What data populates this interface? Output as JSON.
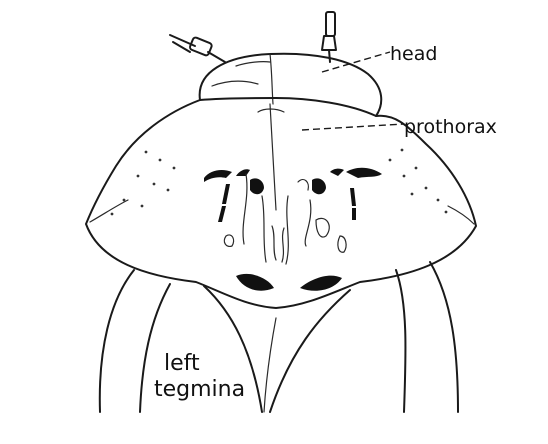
{
  "labels": {
    "head": "head",
    "prothorax": "prothorax",
    "left_tegmina_line1": "left",
    "left_tegmina_line2": "tegmina"
  },
  "colors": {
    "ink": "#1a1a1a",
    "background": "#ffffff"
  }
}
